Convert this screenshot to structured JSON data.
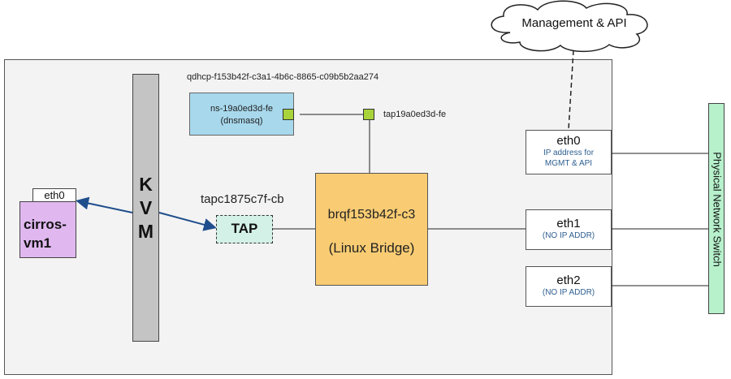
{
  "management_cloud": {
    "label": "Management & API"
  },
  "namespace": {
    "label": "qdhcp-f153b42f-c3a1-4b6c-8865-c09b5b2aa274",
    "device_name": "ns-19a0ed3d-fe",
    "device_desc": "(dnsmasq)"
  },
  "ns_tap": {
    "label": "tap19a0ed3d-fe"
  },
  "hypervisor": {
    "label": [
      "K",
      "V",
      "M"
    ]
  },
  "vm": {
    "eth_label": "eth0",
    "name": "cirros-vm1"
  },
  "vm_tap": {
    "label": "tapc1875c7f-cb",
    "box_label": "TAP"
  },
  "bridge": {
    "name": "brqf153b42f-c3",
    "type": "(Linux Bridge)"
  },
  "host_interfaces": [
    {
      "name": "eth0",
      "note": "IP address for MGMT & API"
    },
    {
      "name": "eth1",
      "note": "(NO IP ADDR)"
    },
    {
      "name": "eth2",
      "note": "(NO IP ADDR)"
    }
  ],
  "switch": {
    "label": "Physical Network Switch"
  },
  "colors": {
    "host_bg": "#f3f3f3",
    "kvm": "#c4c4c4",
    "vm": "#e0b8ef",
    "namespace": "#a8d8ec",
    "port": "#a8d33a",
    "tap": "#d3f1e6",
    "bridge": "#f9cc73",
    "switch": "#b7f1cc",
    "arrow": "#1f4e8c",
    "note_text": "#2d5e8f"
  }
}
